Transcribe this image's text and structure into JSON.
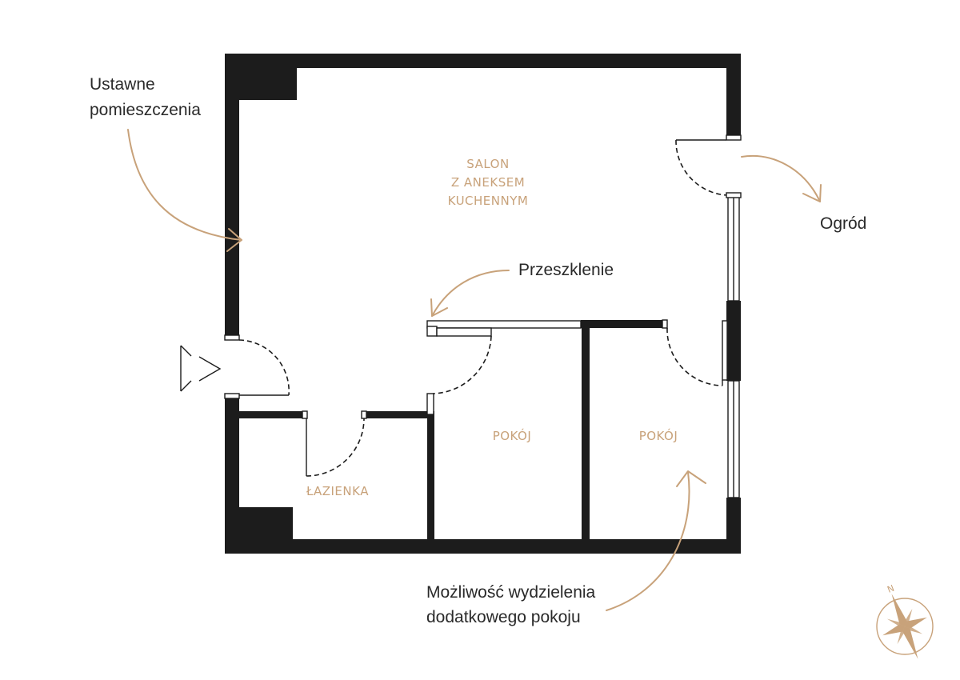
{
  "colors": {
    "wall": "#1c1c1c",
    "accent": "#c8a27a",
    "text": "#2a2a2a",
    "background": "#ffffff"
  },
  "rooms": {
    "salon": [
      "SALON",
      "Z ANEKSEM",
      "KUCHENNYM"
    ],
    "lazienka": "ŁAZIENKA",
    "pokoj_left": "POKÓJ",
    "pokoj_right": "POKÓJ"
  },
  "annotations": {
    "ustawne": [
      "Ustawne",
      "pomieszczenia"
    ],
    "ogrod": "Ogród",
    "przeszklenie": "Przeszklenie",
    "mozliwosc": [
      "Możliwość wydzielenia",
      "dodatkowego pokoju"
    ]
  },
  "compass": {
    "letter": "N",
    "icon": "compass-rose-icon"
  }
}
